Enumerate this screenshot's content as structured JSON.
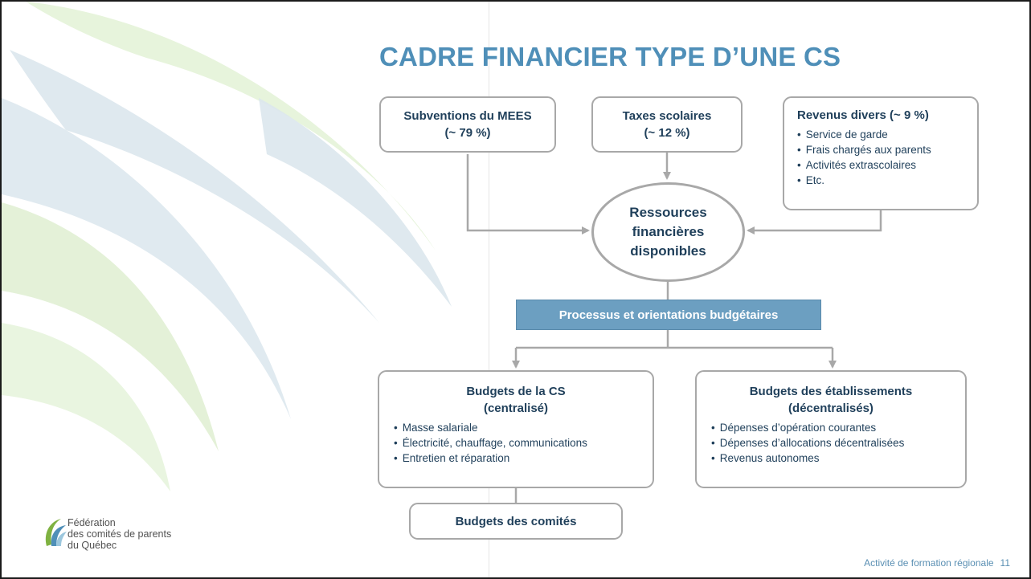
{
  "title": "CADRE FINANCIER TYPE D’UNE CS",
  "sources": {
    "mees": {
      "line1": "Subventions du MEES",
      "line2": "(~ 79 %)"
    },
    "taxes": {
      "line1": "Taxes scolaires",
      "line2": "(~ 12 %)"
    },
    "revenus": {
      "title": "Revenus divers (~ 9 %)",
      "items": [
        "Service de garde",
        "Frais chargés aux parents",
        "Activités extrascolaires",
        "Etc."
      ]
    }
  },
  "ressources": {
    "lines": [
      "Ressources",
      "financières",
      "disponibles"
    ]
  },
  "processus": "Processus et orientations budgétaires",
  "budgets_cs": {
    "line1": "Budgets de la CS",
    "line2": "(centralisé)",
    "items": [
      "Masse salariale",
      "Électricité, chauffage, communications",
      "Entretien et réparation"
    ]
  },
  "budgets_etab": {
    "line1": "Budgets des établissements",
    "line2": "(décentralisés)",
    "items": [
      "Dépenses d’opération courantes",
      "Dépenses d’allocations décentralisées",
      "Revenus autonomes"
    ]
  },
  "budgets_comites": "Budgets des comités",
  "organization": {
    "lines": [
      "Fédération",
      "des comités de parents",
      "du Québec"
    ]
  },
  "footer": {
    "text": "Activité de formation régionale",
    "page": "11"
  },
  "colors": {
    "accent": "#4f8fb8",
    "bar": "#6c9fc1",
    "text": "#1f3f5a",
    "line": "#a8a8a8"
  }
}
